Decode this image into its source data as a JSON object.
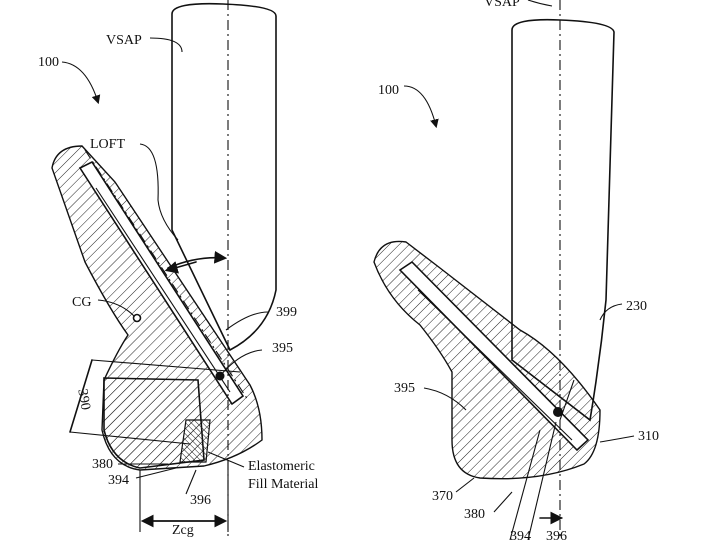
{
  "figure_left": {
    "ref_main": "100",
    "vsap": "VSAP",
    "loft": "LOFT",
    "cg": "CG",
    "ref_399": "399",
    "ref_395": "395",
    "ref_390": "390",
    "ref_380": "380",
    "ref_394": "394",
    "ref_396": "396",
    "fill_line1": "Elastomeric",
    "fill_line2": "Fill Material",
    "zcg": "Zcg"
  },
  "figure_right": {
    "ref_main": "100",
    "vsap": "VSAP",
    "ref_230": "230",
    "ref_395": "395",
    "ref_310": "310",
    "ref_370": "370",
    "ref_380": "380",
    "ref_394": "394",
    "ref_396": "396"
  }
}
